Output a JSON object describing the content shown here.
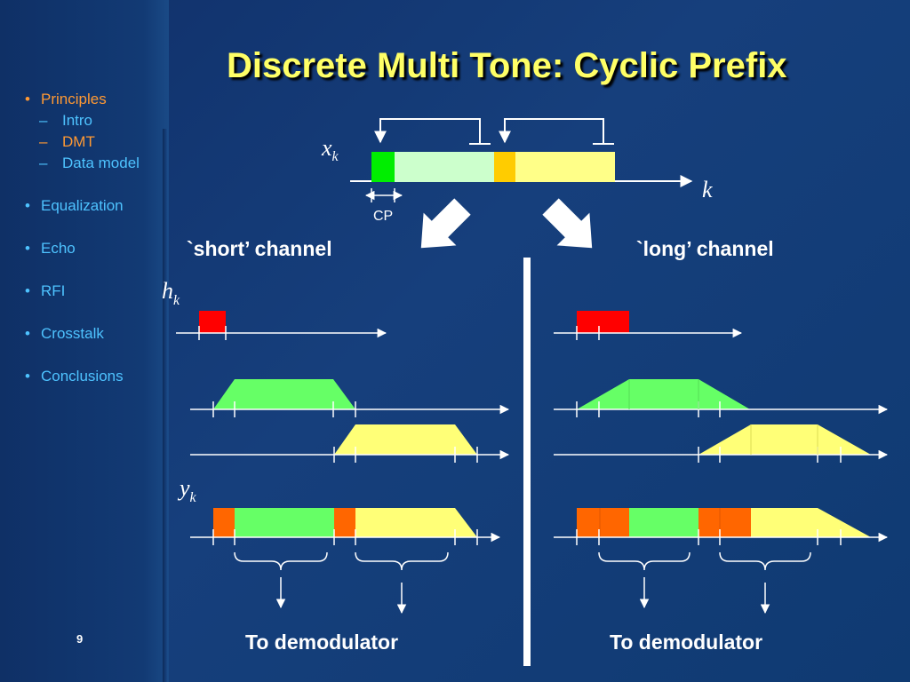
{
  "slide": {
    "title": "Discrete Multi Tone: Cyclic Prefix",
    "page_number": "9"
  },
  "nav": {
    "items": [
      {
        "label": "Principles",
        "active": true
      },
      {
        "label": "Equalization",
        "active": false
      },
      {
        "label": "Echo",
        "active": false
      },
      {
        "label": "RFI",
        "active": false
      },
      {
        "label": "Crosstalk",
        "active": false
      },
      {
        "label": "Conclusions",
        "active": false
      }
    ],
    "subitems": [
      {
        "label": "Intro",
        "active": false
      },
      {
        "label": "DMT",
        "active": true
      },
      {
        "label": "Data model",
        "active": false
      }
    ]
  },
  "diagram": {
    "xk_base": "x",
    "xk_sub": "k",
    "k_label": "k",
    "cp_label": "CP",
    "hk_base": "h",
    "hk_sub": "k",
    "yk_base": "y",
    "yk_sub": "k",
    "short_channel_label": "`short’ channel",
    "long_channel_label": "`long’ channel",
    "demod_left_label": "To demodulator",
    "demod_right_label": "To demodulator"
  },
  "colors": {
    "title": "#ffff66",
    "nav_active": "#ff9933",
    "nav_inactive": "#4ec3ff",
    "cp_green": "#00ee00",
    "light_green": "#ccffcc",
    "cp_orange": "#ffcc00",
    "light_yellow": "#ffff88",
    "channel_red": "#ff0000",
    "pulse_green": "#66ff66",
    "pulse_yellow": "#ffff77",
    "overlap_orange": "#ff6600"
  }
}
